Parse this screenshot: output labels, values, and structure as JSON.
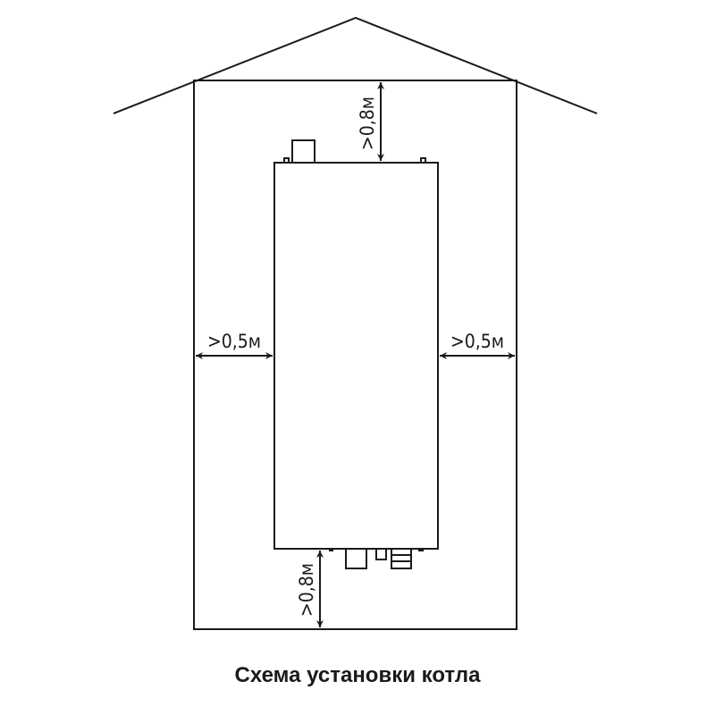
{
  "diagram": {
    "caption": "Схема установки котла",
    "clearances": {
      "top": ">0,8м",
      "left": ">0,5м",
      "right": ">0,5м",
      "bottom": ">0,8м"
    }
  }
}
